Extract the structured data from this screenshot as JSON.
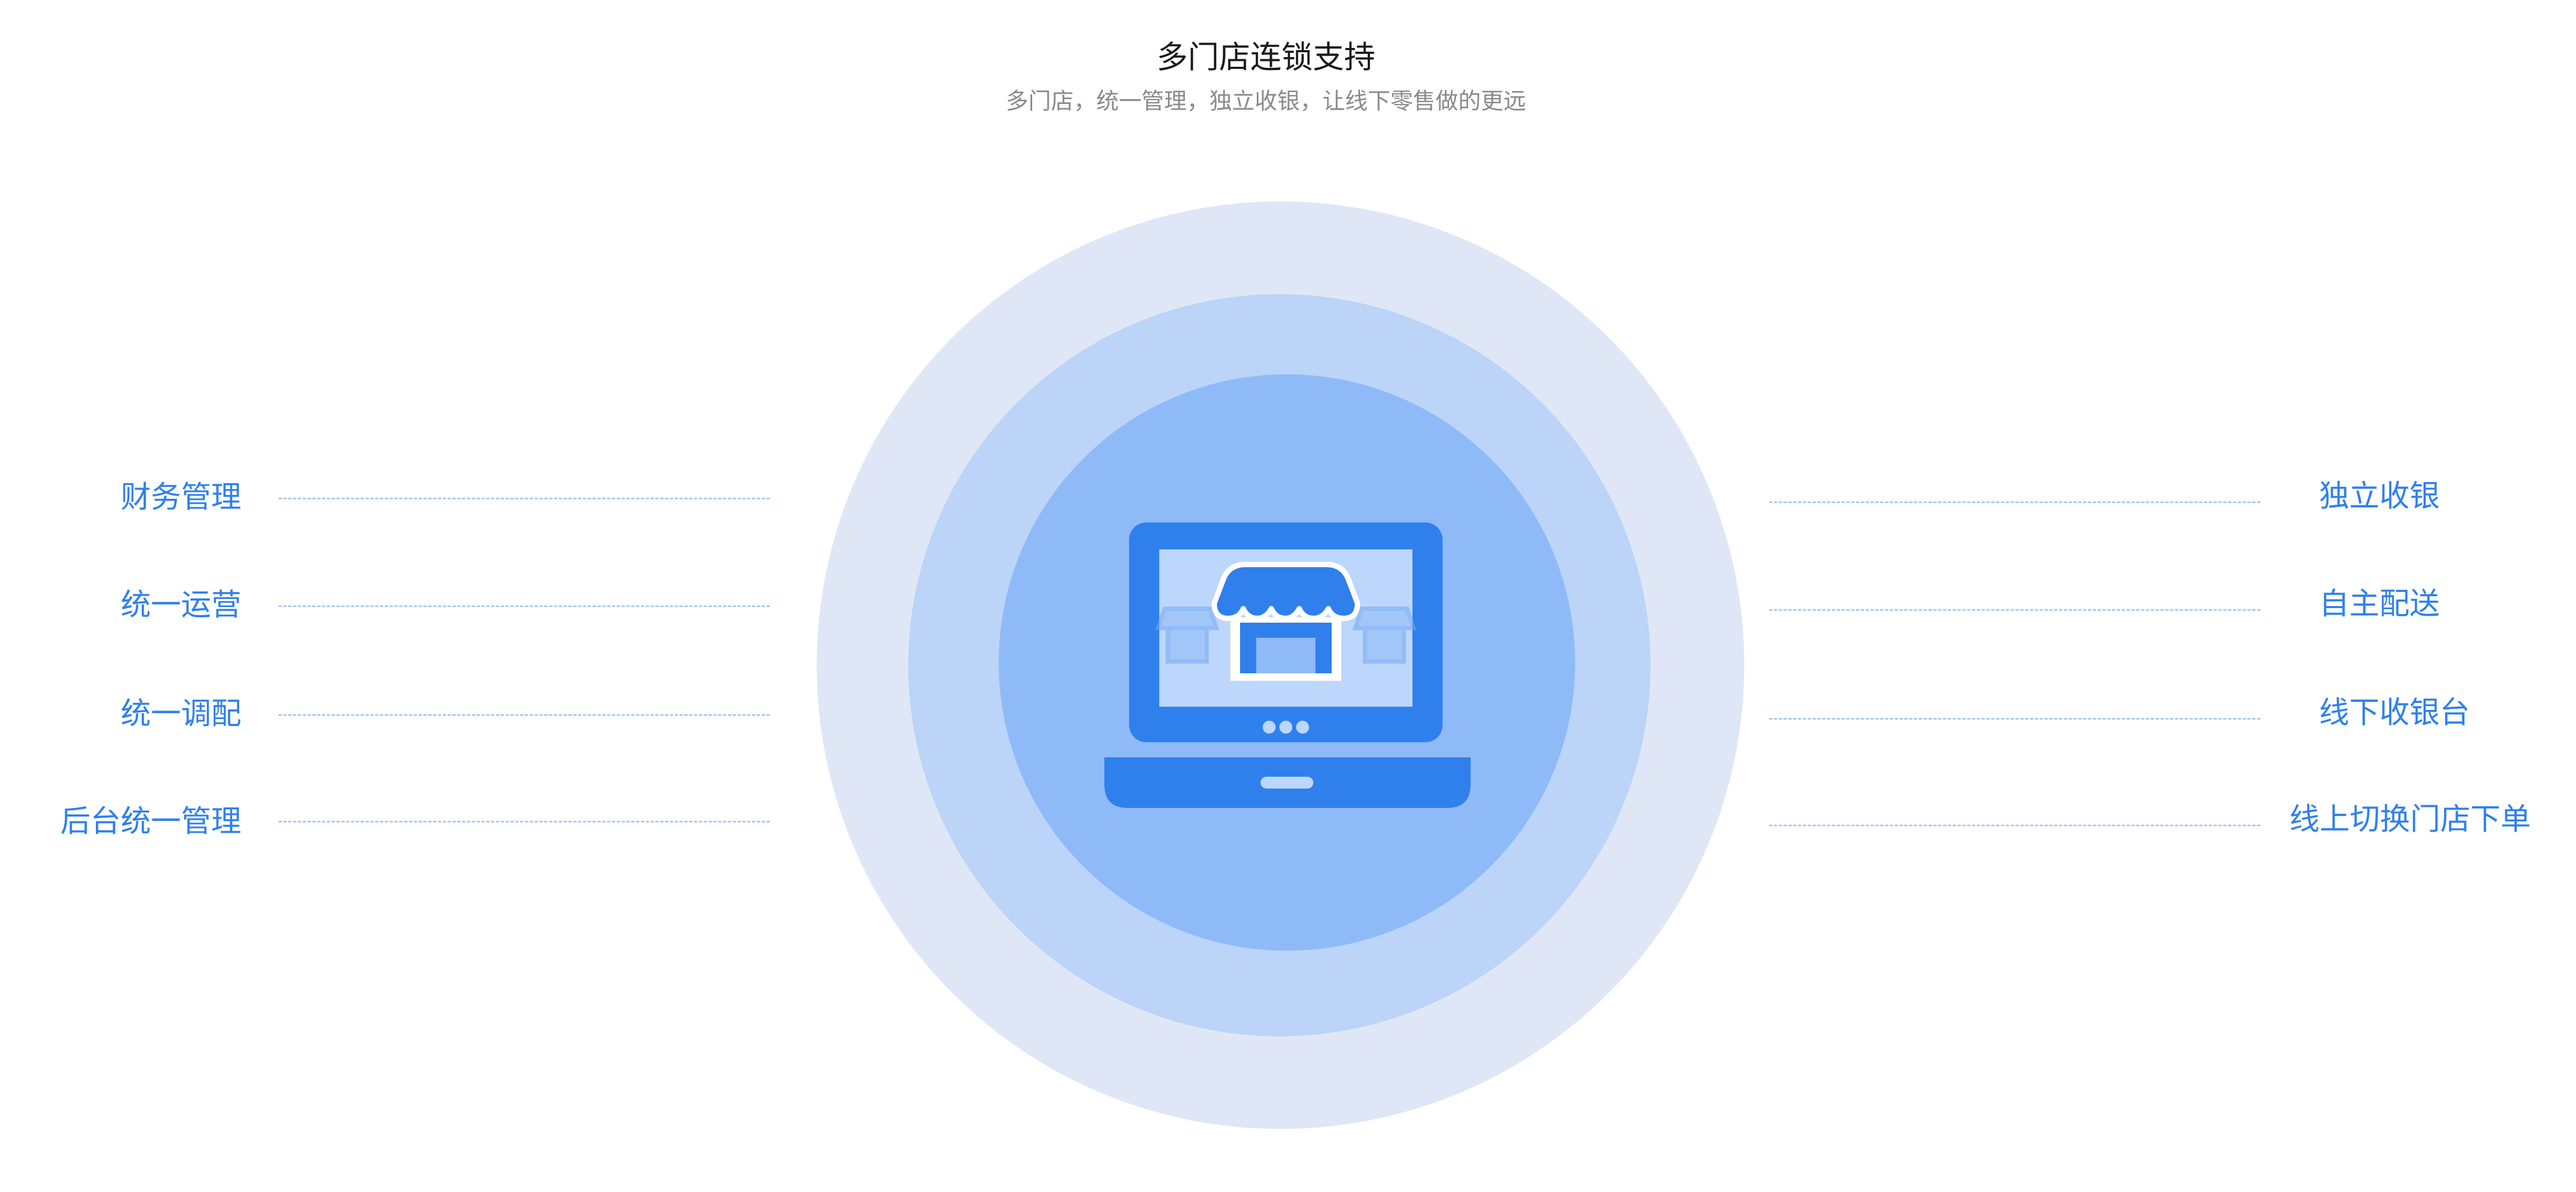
{
  "header": {
    "title": "多门店连锁支持",
    "subtitle": "多门店，统一管理，独立收银，让线下零售做的更远"
  },
  "center": {
    "icon": "laptop-store-icon"
  },
  "features_left": [
    {
      "label": "财务管理"
    },
    {
      "label": "统一运营"
    },
    {
      "label": "统一调配"
    },
    {
      "label": "后台统一管理"
    }
  ],
  "features_right": [
    {
      "label": "独立收银"
    },
    {
      "label": "自主配送"
    },
    {
      "label": "线下收银台"
    },
    {
      "label": "线上切换门店下单"
    }
  ],
  "colors": {
    "accent": "#2f80ed",
    "ring_outer": "#dfe7f7",
    "ring_middle": "#bbd4f8",
    "ring_inner": "#8fbaf8",
    "icon_blue": "#2f80ed",
    "screen_light": "#bdd6fb",
    "dash": "#a9c7f0"
  }
}
